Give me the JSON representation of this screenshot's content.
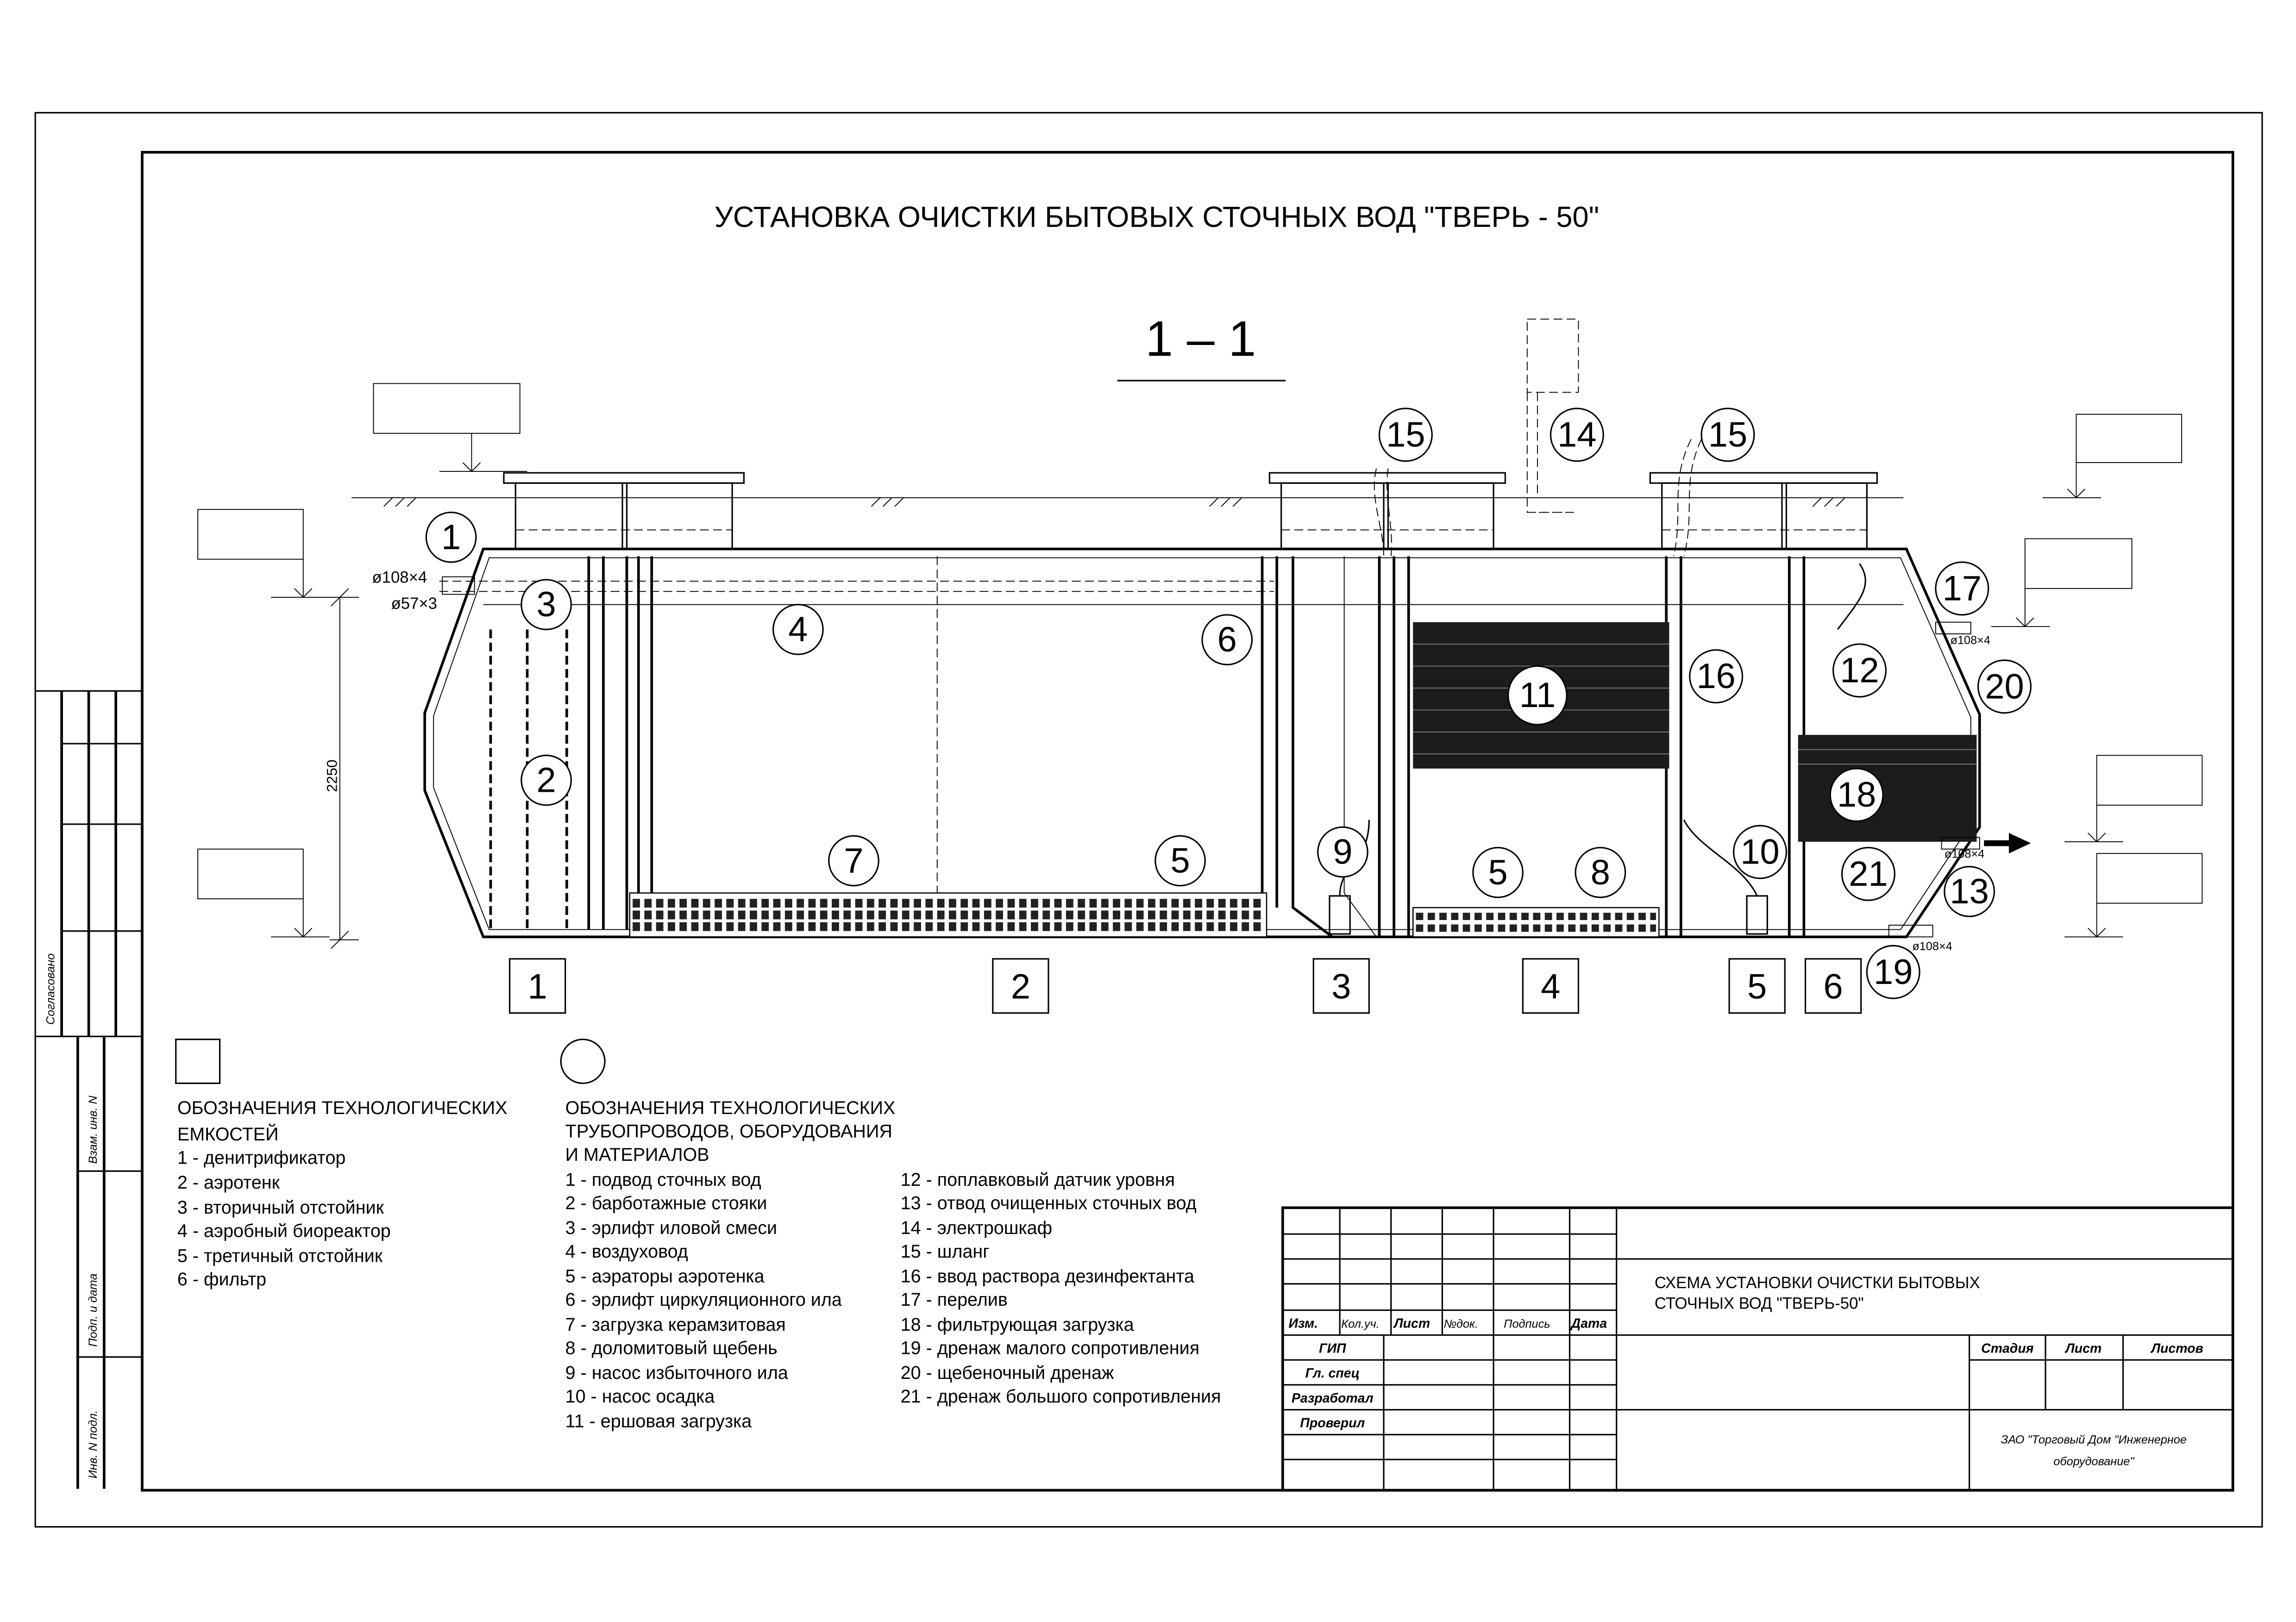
{
  "title": "УСТАНОВКА ОЧИСТКИ БЫТОВЫХ СТОЧНЫХ ВОД \"ТВЕРЬ - 50\"",
  "section_label": "1 – 1",
  "dimensions": {
    "height": "2250",
    "inlet_pipe": "ø108×4",
    "air_pipe": "ø57×3",
    "overflow_pipe": "ø108×4",
    "outlet_pipe": "ø108×4",
    "drain_pipe": "ø108×4"
  },
  "callouts": [
    "1",
    "2",
    "3",
    "4",
    "5",
    "6",
    "7",
    "8",
    "9",
    "10",
    "11",
    "12",
    "13",
    "14",
    "15",
    "16",
    "17",
    "18",
    "19",
    "20",
    "21"
  ],
  "tanks": [
    "1",
    "2",
    "3",
    "4",
    "5",
    "6"
  ],
  "legend": {
    "tanks_title_1": "ОБОЗНАЧЕНИЯ ТЕХНОЛОГИЧЕСКИХ",
    "tanks_title_2": "ЕМКОСТЕЙ",
    "tanks": [
      "1 - денитрификатор",
      "2 - аэротенк",
      "3 - вторичный отстойник",
      "4 - аэробный биореактор",
      "5 - третичный отстойник",
      "6 - фильтр"
    ],
    "pipes_title_1": "ОБОЗНАЧЕНИЯ ТЕХНОЛОГИЧЕСКИХ",
    "pipes_title_2": "ТРУБОПРОВОДОВ, ОБОРУДОВАНИЯ",
    "pipes_title_3": "И МАТЕРИАЛОВ",
    "pipes": [
      "1 - подвод сточных вод",
      "2 - барботажные стояки",
      "3 - эрлифт иловой смеси",
      "4 - воздуховод",
      "5 - аэраторы аэротенка",
      "6 - эрлифт циркуляционного ила",
      "7 - загрузка керамзитовая",
      "8 - доломитовый щебень",
      "9 - насос избыточного ила",
      "10 - насос осадка",
      "11 - ершовая загрузка",
      "12 - поплавковый датчик уровня",
      "13 - отвод очищенных сточных вод",
      "14 - электрошкаф",
      "15 - шланг",
      "16 - ввод раствора дезинфектанта",
      "17 - перелив",
      "18 - фильтрующая загрузка",
      "19 - дренаж малого сопротивления",
      "20 - щебеночный дренаж",
      "21 - дренаж большого сопротивления"
    ]
  },
  "title_block": {
    "drawing_title_1": "СХЕМА УСТАНОВКИ ОЧИСТКИ БЫТОВЫХ",
    "drawing_title_2": "СТОЧНЫХ ВОД \"ТВЕРЬ-50\"",
    "col_headers": [
      "Изм.",
      "Кол.уч.",
      "Лист",
      "№док.",
      "Подпись",
      "Дата"
    ],
    "roles": [
      "ГИП",
      "Гл. спец",
      "Разработал",
      "Проверил"
    ],
    "stage_headers": [
      "Стадия",
      "Лист",
      "Листов"
    ],
    "company_1": "ЗАО \"Торговый Дом \"Инженерное",
    "company_2": "оборудование\""
  },
  "side_stamp": {
    "agreed": "Согласовано",
    "fields": [
      "Взам. инв. N",
      "Подп. и дата",
      "Инв. N подл."
    ]
  }
}
